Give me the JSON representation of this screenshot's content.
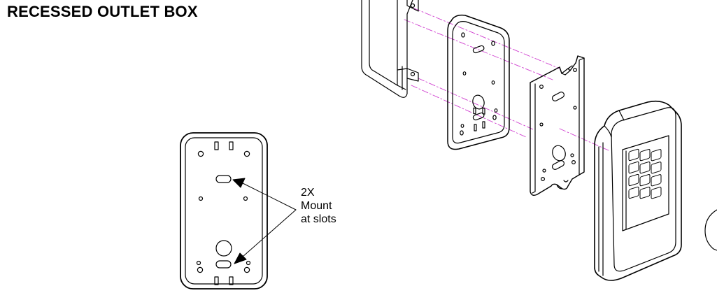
{
  "title": "RECESSED OUTLET BOX",
  "callout": {
    "quantity": "2X",
    "line1": "Mount",
    "line2": "at slots"
  },
  "colors": {
    "line": "#000000",
    "centerline": "#d040d0",
    "background": "#ffffff"
  }
}
